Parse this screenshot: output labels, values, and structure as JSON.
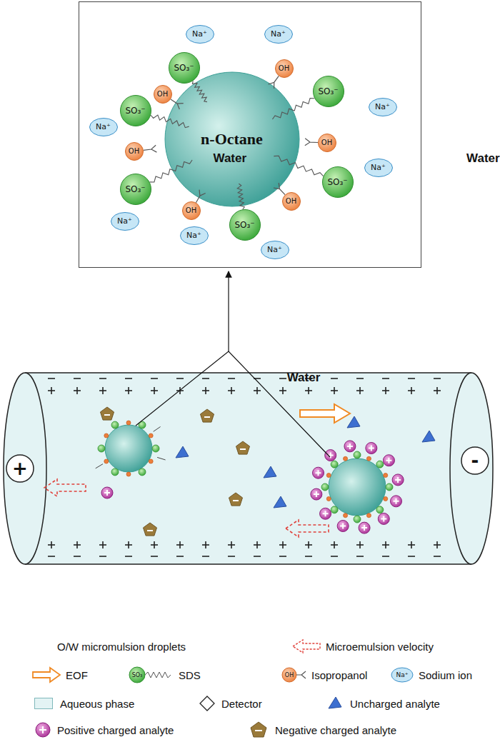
{
  "diagram": {
    "nodes": [
      {
        "text": [
          "Water",
          "Water",
          "Water",
          "Water"
        ]
      },
      {
        "text": [
          "n-Octane"
        ],
        "in": 0
      },
      {
        "text": [
          "SO₃⁻"
        ],
        "in": 0
      },
      {
        "text": [
          "SO₃⁻"
        ],
        "in": 0
      },
      {
        "text": [
          "SO₃⁻"
        ],
        "in": 0
      },
      {
        "text": [
          "SO₃⁻"
        ],
        "in": 0
      },
      {
        "text": [
          "SO₃⁻"
        ],
        "in": 0
      },
      {
        "text": [
          "SO₃⁻"
        ],
        "in": 0
      },
      {
        "text": [
          "OH"
        ],
        "in": 0
      },
      {
        "text": [
          "OH"
        ],
        "in": 0
      },
      {
        "text": [
          "OH"
        ],
        "in": 0
      },
      {
        "text": [
          "OH"
        ],
        "in": 0
      },
      {
        "text": [
          "OH"
        ],
        "in": 0
      },
      {
        "text": [
          "OH"
        ],
        "in": 0
      },
      {
        "text": [
          "Na⁺"
        ],
        "in": 0
      },
      {
        "text": [
          "Na⁺"
        ],
        "in": 0
      },
      {
        "text": [
          "Na⁺"
        ],
        "in": 0
      },
      {
        "text": [
          "Na⁺"
        ],
        "in": 0
      },
      {
        "text": [
          "Na⁺"
        ],
        "in": 0
      },
      {
        "text": [
          "Na⁺"
        ],
        "in": 0
      },
      {
        "text": [
          "Na⁺"
        ],
        "in": 0
      },
      {
        "text": [
          "Na⁺"
        ],
        "in": 0
      },
      {
        "text": [
          "+"
        ]
      },
      {
        "text": [
          "-"
        ]
      }
    ],
    "labels": [
      "SO₃",
      "OH",
      "Na⁺"
    ],
    "legend": [
      {
        "text": "O/W micromulsion droplets"
      },
      {
        "text": "Microemulsion velocity"
      },
      {
        "text": "EOF"
      },
      {
        "text": "SDS"
      },
      {
        "text": "Isopropanol"
      },
      {
        "text": "Sodium ion"
      },
      {
        "text": "Aqueous phase",
        "color": "#e3f3f4"
      },
      {
        "text": "Detector"
      },
      {
        "text": "Uncharged analyte"
      },
      {
        "text": "Positive charged analyte"
      },
      {
        "text": "Negative charged analyte"
      }
    ]
  }
}
